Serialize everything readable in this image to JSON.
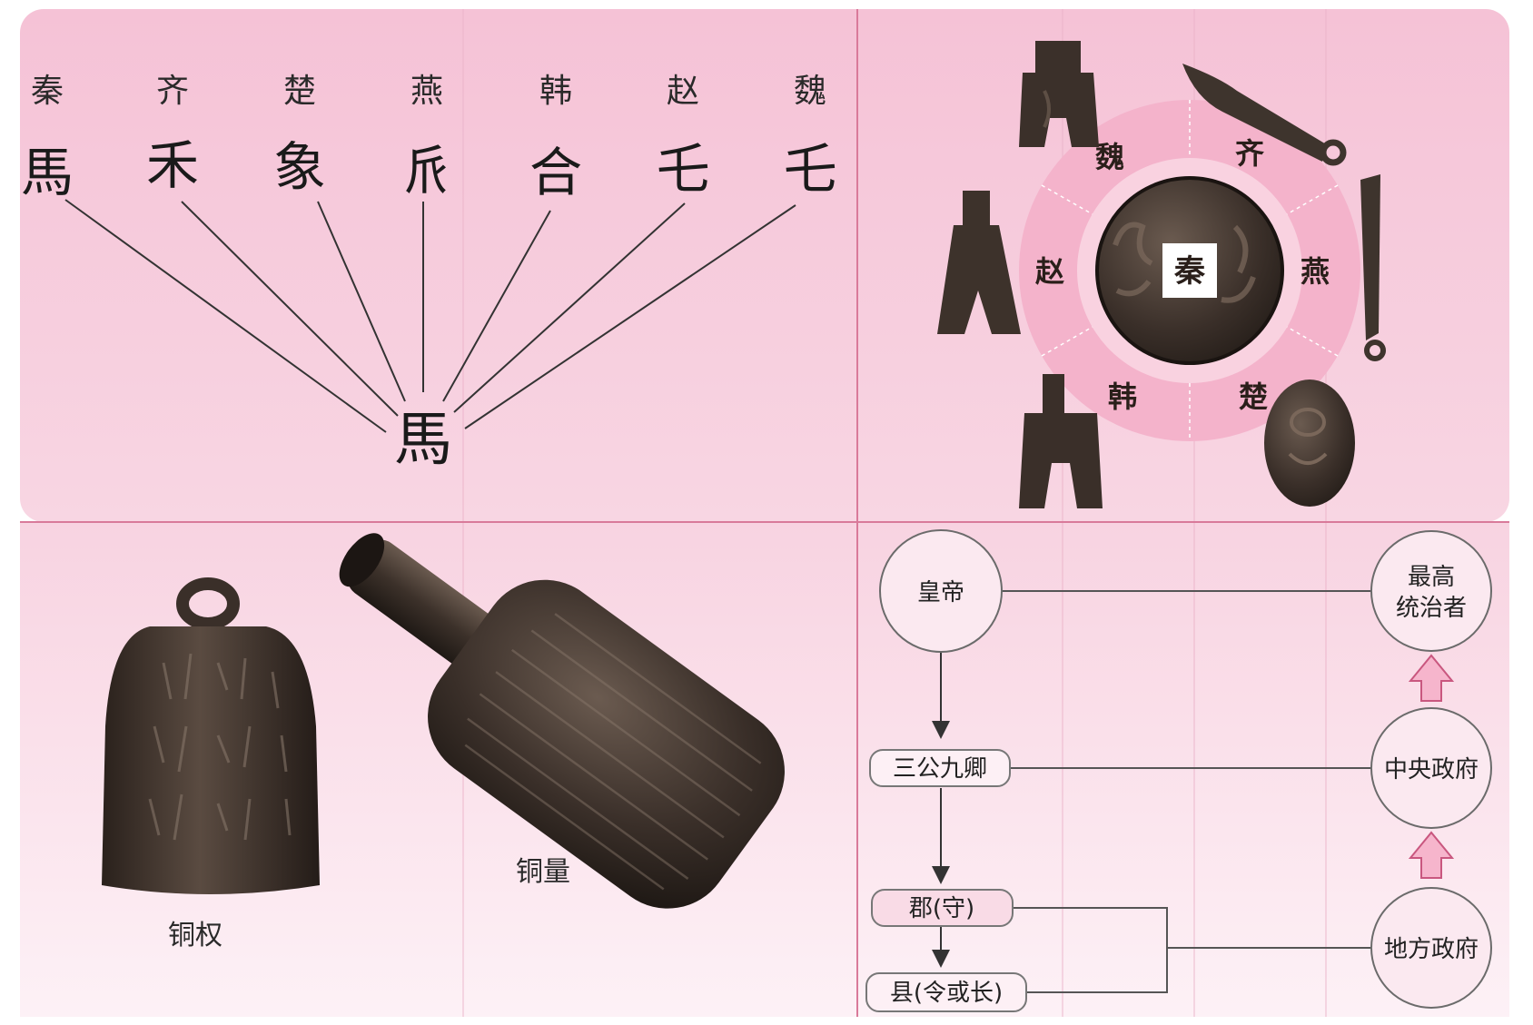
{
  "script_panel": {
    "state_names": [
      "秦",
      "齐",
      "楚",
      "燕",
      "韩",
      "赵",
      "魏"
    ],
    "state_glyphs": [
      "馬",
      "禾",
      "象",
      "𠂢",
      "合",
      "乇",
      "乇"
    ],
    "unified_glyph": "馬"
  },
  "coin_panel": {
    "center_label": "秦",
    "ring_labels": [
      "魏",
      "齐",
      "赵",
      "燕",
      "韩",
      "楚"
    ]
  },
  "artifacts": {
    "weight_label": "铜权",
    "measure_label": "铜量"
  },
  "government": {
    "emperor": "皇帝",
    "ministers": "三公九卿",
    "commandery": "郡(守)",
    "county": "县(令或长)",
    "supreme_ruler": "最高\n统治者",
    "central_gov": "中央政府",
    "local_gov": "地方政府"
  },
  "colors": {
    "pink_bg": "#f6c8d8",
    "ring_pink": "#f2a4c2",
    "divider": "#d97a9a",
    "bronze": "#3a2f29",
    "arrow_pink": "#f6b5cc"
  }
}
